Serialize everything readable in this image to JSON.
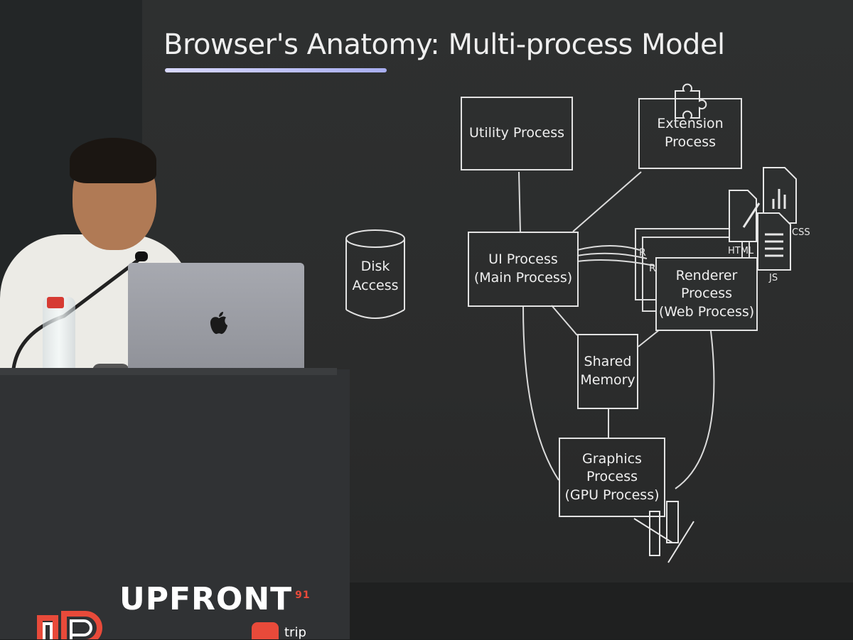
{
  "slide": {
    "title": "Browser's Anatomy: Multi-process Model",
    "processes": {
      "utility": "Utility Process",
      "extension": "Extension Process",
      "ui_line1": "UI Process",
      "ui_line2": "(Main Process)",
      "renderer_line1": "Renderer Process",
      "renderer_line2": "(Web Process)",
      "shared_line1": "Shared",
      "shared_line2": "Memory",
      "graphics_line1": "Graphics Process",
      "graphics_line2": "(GPU Process)"
    },
    "disk_line1": "Disk",
    "disk_line2": "Access",
    "file_labels": {
      "html": "HTML",
      "css": "CSS",
      "js": "JS"
    },
    "icons": [
      "puzzle-piece-icon",
      "document-icon",
      "chart-document-icon",
      "pen-icon",
      "paint-brush-icon"
    ]
  },
  "branding": {
    "event_name": "UPFRONT",
    "event_number": "91",
    "sponsor": "trip"
  },
  "colors": {
    "slide_bg": "#2e3030",
    "slide_text": "#efefef",
    "title_underline": "#c8ccff",
    "brand_accent": "#e84a3a"
  }
}
